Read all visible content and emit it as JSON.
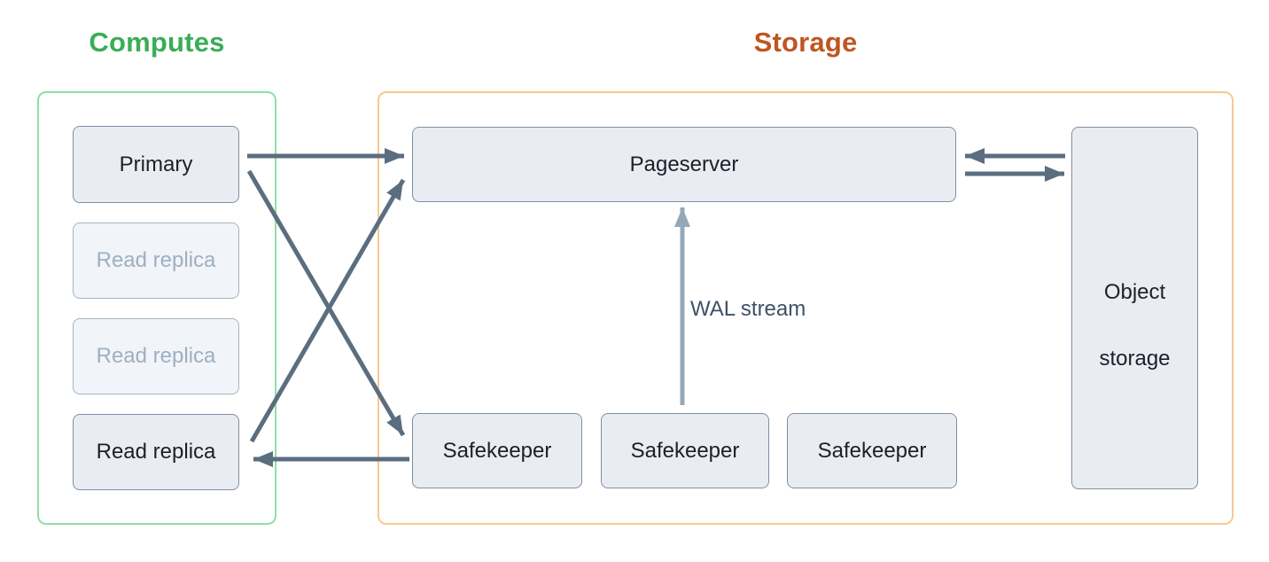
{
  "titles": {
    "computes": "Computes",
    "storage": "Storage"
  },
  "computes": {
    "nodes": [
      {
        "id": "primary",
        "label": "Primary",
        "state": "active"
      },
      {
        "id": "read-replica-1",
        "label": "Read replica",
        "state": "inactive"
      },
      {
        "id": "read-replica-2",
        "label": "Read replica",
        "state": "inactive"
      },
      {
        "id": "read-replica-3",
        "label": "Read replica",
        "state": "active"
      }
    ]
  },
  "storage": {
    "pageserver": {
      "label": "Pageserver"
    },
    "safekeepers": [
      {
        "label": "Safekeeper"
      },
      {
        "label": "Safekeeper"
      },
      {
        "label": "Safekeeper"
      }
    ],
    "object_storage": {
      "line1": "Object",
      "line2": "storage"
    }
  },
  "annotations": {
    "wal_stream": "WAL stream"
  },
  "edges": [
    {
      "from": "primary",
      "to": "pageserver",
      "style": "dark"
    },
    {
      "from": "primary",
      "to": "safekeeper-1",
      "style": "dark"
    },
    {
      "from": "read-replica-3",
      "to": "pageserver",
      "style": "dark"
    },
    {
      "from": "safekeeper-1",
      "to": "read-replica-3",
      "style": "dark"
    },
    {
      "from": "object-storage",
      "to": "pageserver",
      "style": "dark"
    },
    {
      "from": "pageserver",
      "to": "object-storage",
      "style": "dark"
    },
    {
      "from": "safekeeper-2",
      "to": "pageserver",
      "style": "light",
      "label": "WAL stream"
    }
  ],
  "colors": {
    "computes_title": "#3aad56",
    "computes_border": "#90dfa4",
    "storage_title": "#c05520",
    "storage_border": "#f7ca8e",
    "node_fill_active": "#e9ecf1",
    "node_border_active": "#7e90a3",
    "node_text_active": "#1d1f2b",
    "node_fill_inactive": "#f1f4f8",
    "node_border_inactive": "#a4b3c4",
    "node_text_inactive": "#9fafc1",
    "arrow_dark": "#5b6e80",
    "arrow_light": "#95a8ba",
    "wal_label_text": "#3f5166"
  }
}
